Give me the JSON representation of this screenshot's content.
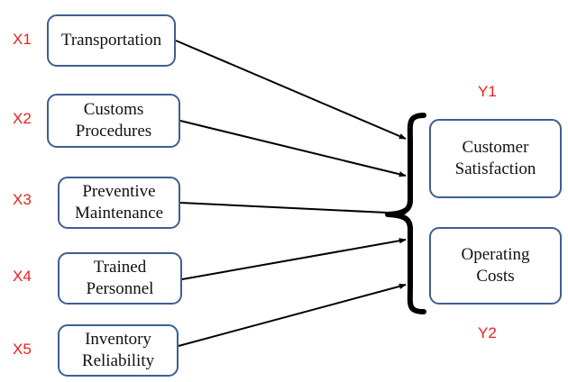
{
  "inputs": [
    {
      "id": "X1",
      "label": "Transportation"
    },
    {
      "id": "X2",
      "label": "Customs\nProcedures"
    },
    {
      "id": "X3",
      "label": "Preventive\nMaintenance"
    },
    {
      "id": "X4",
      "label": "Trained\nPersonnel"
    },
    {
      "id": "X5",
      "label": "Inventory\nReliability"
    }
  ],
  "outputs": [
    {
      "id": "Y1",
      "label": "Customer\nSatisfaction"
    },
    {
      "id": "Y2",
      "label": "Operating\nCosts"
    }
  ],
  "colors": {
    "box_border": "#3d5f8f",
    "variable_label": "#e8211d",
    "arrow": "#000000",
    "brace": "#000000"
  }
}
